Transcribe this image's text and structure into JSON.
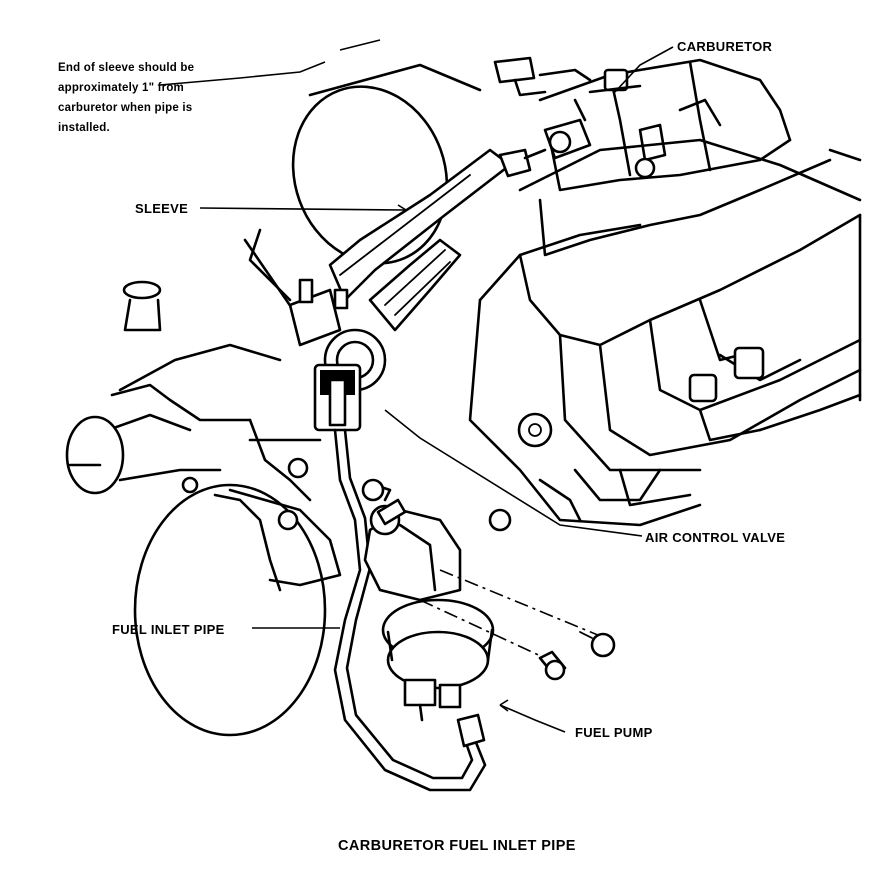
{
  "annotations": {
    "note_lines": [
      "End of sleeve should be",
      "approximately 1\" from",
      "carburetor when pipe is",
      "installed."
    ],
    "carburetor": "CARBURETOR",
    "sleeve": "SLEEVE",
    "air_control_valve": "AIR CONTROL VALVE",
    "fuel_inlet_pipe": "FUEL INLET PIPE",
    "fuel_pump": "FUEL PUMP"
  },
  "caption": "CARBURETOR FUEL INLET PIPE"
}
